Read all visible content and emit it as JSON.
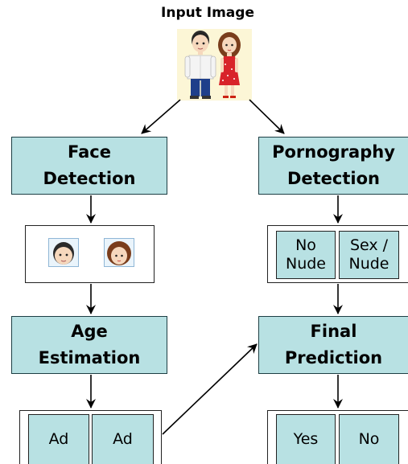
{
  "title": "Input Image",
  "blocks": {
    "face_detection": "Face\nDetection",
    "pornography_detection": "Pornography\nDetection",
    "age_estimation": "Age\nEstimation",
    "final_prediction": "Final\nPrediction"
  },
  "nudity_classes": [
    "No\nNude",
    "Sex /\nNude"
  ],
  "age_outputs": [
    "Ad",
    "Ad"
  ],
  "final_outputs": [
    "Yes",
    "No"
  ],
  "colors": {
    "block_fill": "#b8e1e3",
    "block_border": "#1d3f44",
    "input_image_bg": "#fcf6d6"
  }
}
